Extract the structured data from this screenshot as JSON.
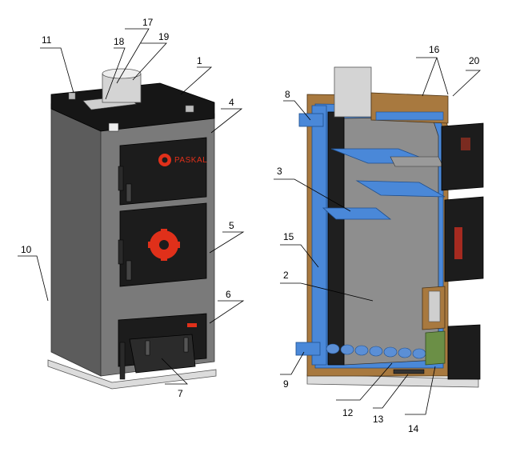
{
  "diagram": {
    "brand_label": "PASKAL",
    "callouts": {
      "c1": "1",
      "c2": "2",
      "c3": "3",
      "c4": "4",
      "c5": "5",
      "c6": "6",
      "c7": "7",
      "c8": "8",
      "c9": "9",
      "c10": "10",
      "c11": "11",
      "c12": "12",
      "c13": "13",
      "c14": "14",
      "c15": "15",
      "c16": "16",
      "c17": "17",
      "c18": "18",
      "c19": "19",
      "c20": "20"
    },
    "colors": {
      "body": "#7a7a7a",
      "body_side": "#5c5c5c",
      "top_panel": "#161616",
      "door": "#1c1c1c",
      "accent_red": "#e0301a",
      "water_jacket": "#4a88d8",
      "insulation": "#a8793f",
      "chamber": "#8e8e8e",
      "flue_pipe": "#d4d4d4"
    }
  }
}
